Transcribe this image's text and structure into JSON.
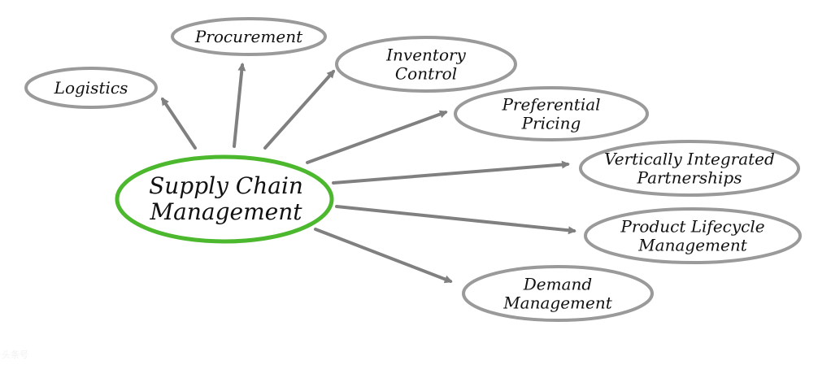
{
  "center": {
    "lines": [
      "Supply Chain",
      "Management"
    ],
    "ring_color": "#4cb82e"
  },
  "nodes": [
    {
      "id": "logistics",
      "lines": [
        "Logistics"
      ]
    },
    {
      "id": "procurement",
      "lines": [
        "Procurement"
      ]
    },
    {
      "id": "inventory-control",
      "lines": [
        "Inventory",
        "Control"
      ]
    },
    {
      "id": "preferential-pricing",
      "lines": [
        "Preferential",
        "Pricing"
      ]
    },
    {
      "id": "vertically-integrated-partnerships",
      "lines": [
        "Vertically Integrated",
        "Partnerships"
      ]
    },
    {
      "id": "product-lifecycle-management",
      "lines": [
        "Product Lifecycle",
        "Management"
      ]
    },
    {
      "id": "demand-management",
      "lines": [
        "Demand",
        "Management"
      ]
    }
  ],
  "colors": {
    "arrow": "#808080",
    "ellipse": "#9a9a9a"
  },
  "watermark": "头条号"
}
